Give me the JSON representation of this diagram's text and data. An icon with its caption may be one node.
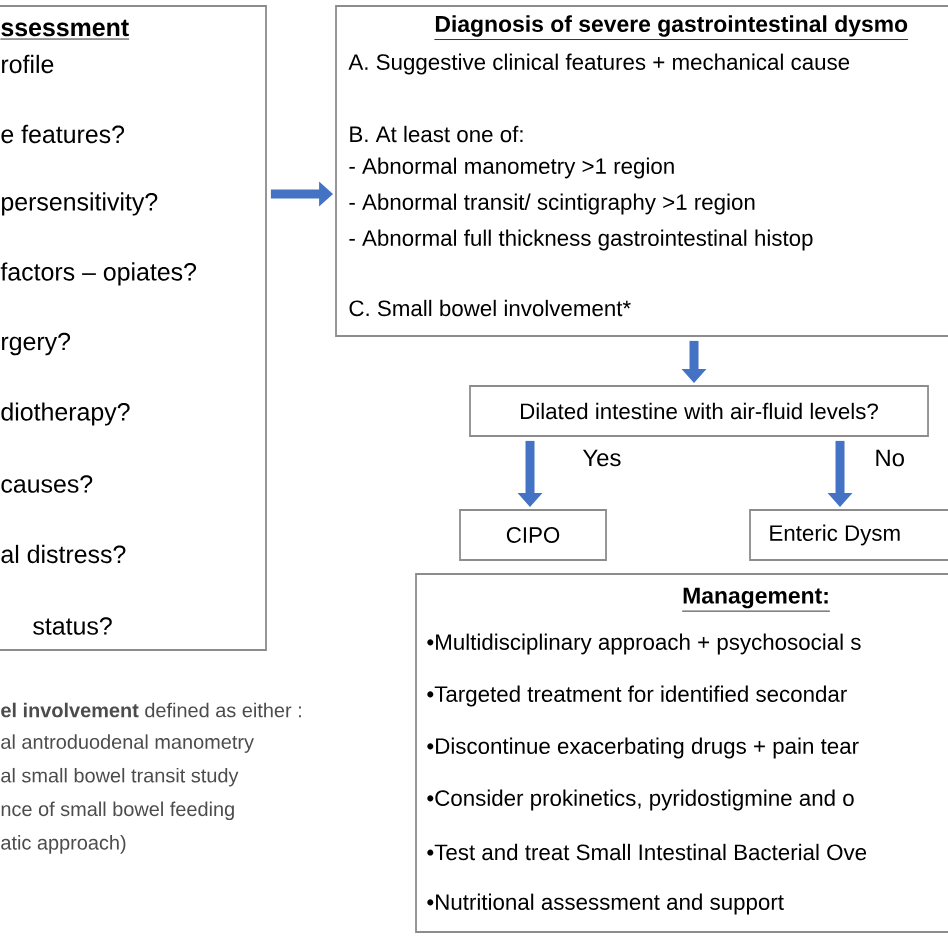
{
  "diagram": {
    "nodes": [
      {
        "text": [
          "ssessment",
          "rofile",
          "e features?",
          "persensitivity?",
          "factors – opiates?",
          "rgery?",
          "diotherapy?",
          "causes?",
          "al distress?",
          "status?"
        ]
      },
      {
        "text": [
          "Diagnosis of severe gastrointestinal dysmo",
          "A. Suggestive clinical features + mechanical cause",
          "B. At least one of:",
          "- Abnormal manometry >1 region",
          "- Abnormal transit/ scintigraphy >1 region",
          "- Abnormal full thickness gastrointestinal histop",
          "C. Small bowel involvement*"
        ]
      },
      {
        "text": [
          "Dilated intestine with air-fluid levels?"
        ]
      },
      {
        "text": [
          "CIPO"
        ]
      },
      {
        "text": [
          "Enteric Dysm"
        ]
      },
      {
        "text": [
          "Management:",
          "•Multidisciplinary approach + psychosocial s",
          "•Targeted treatment for identified secondar",
          "•Discontinue exacerbating drugs + pain tear",
          "•Consider prokinetics, pyridostigmine and o",
          "•Test and treat Small Intestinal Bacterial Ove",
          "•Nutritional assessment and support"
        ]
      }
    ],
    "edges": [
      {
        "from": 0,
        "to": 1,
        "arrow": "to"
      },
      {
        "from": 1,
        "to": 2,
        "arrow": "to"
      },
      {
        "from": 2,
        "to": 3,
        "arrow": "to",
        "label": "Yes"
      },
      {
        "from": 2,
        "to": 4,
        "arrow": "to",
        "label": "No"
      }
    ],
    "labels": [
      "**el involvement** defined as either :",
      "al antroduodenal manometry",
      "al small bowel transit study",
      "nce of small bowel feeding",
      "atic approach)"
    ]
  }
}
